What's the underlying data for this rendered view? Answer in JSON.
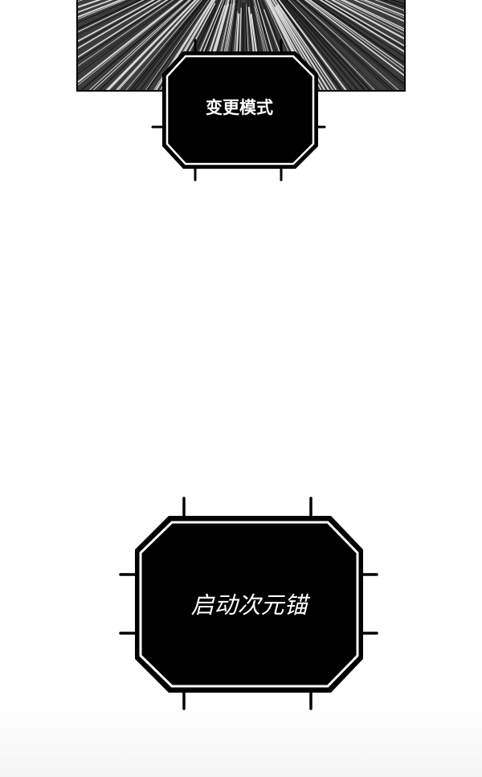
{
  "panel": {
    "scene": "speed-lines",
    "colors": {
      "background": "#3c3c3c",
      "lines": "#d8d8d8",
      "border": "#000000"
    }
  },
  "captions": {
    "first": "变更模式",
    "second": "启动次元锚"
  },
  "colors": {
    "box_fill": "#000000",
    "box_inner_border": "#ffffff",
    "text": "#ffffff",
    "page_background": "#ffffff"
  }
}
